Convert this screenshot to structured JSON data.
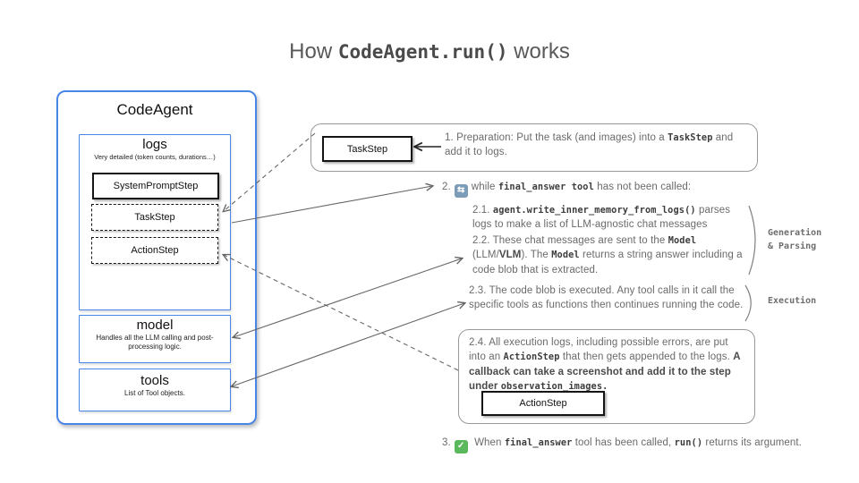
{
  "title": {
    "pre": "How ",
    "code": "CodeAgent.run()",
    "post": " works"
  },
  "accent_colors": {
    "blue": "#4a86e8",
    "green_check": "#5cb85c",
    "loop_icon_bg": "#7d9cb8",
    "body_text": "#6a6a6a"
  },
  "agent_panel": {
    "title": "CodeAgent",
    "logs": {
      "title": "logs",
      "subtitle": "Very detailed (token counts, durations…)",
      "steps": [
        {
          "label": "SystemPromptStep",
          "style": "solid"
        },
        {
          "label": "TaskStep",
          "style": "dashed"
        },
        {
          "label": "ActionStep",
          "style": "dashed"
        }
      ]
    },
    "model": {
      "title": "model",
      "subtitle": "Handles all the LLM calling and post-processing logic."
    },
    "tools": {
      "title": "tools",
      "subtitle": "List of Tool objects."
    }
  },
  "steps": {
    "step1": {
      "chip": "TaskStep",
      "pre": "1.  Preparation: Put the task (and images) into a ",
      "code": "TaskStep",
      "post": " and add it to logs."
    },
    "step2": {
      "num": "2.",
      "pre": "while ",
      "code": "final_answer tool",
      "post": " has not been called:"
    },
    "step21": {
      "pre": "2.1. ",
      "code": "agent.write_inner_memory_from_logs()",
      "post": " parses logs to make a list of LLM-agnostic chat messages"
    },
    "step22": {
      "t1": "2.2. These chat messages are sent to the ",
      "c1": "Model",
      "t2": " (LLM/",
      "b1": "VLM",
      "t3": "). The ",
      "c2": "Model",
      "t4": "  returns a string answer including a code blob that is extracted."
    },
    "step23": {
      "text": "2.3. The code blob is executed. Any tool calls in it call the specific tools as functions then continues running the code."
    },
    "step24": {
      "t1": "2.4. All execution logs, including possible errors, are put into an ",
      "c1": "ActionStep",
      "t2": " that then gets appended to the logs. ",
      "b1": "A callback can  take a screenshot and add it to the step under ",
      "bc1": "observation_images.",
      "chip": "ActionStep"
    },
    "step3": {
      "num": "3.",
      "t1": " When ",
      "c1": "final_answer",
      "t2": " tool has been called, ",
      "c2": "run()",
      "t3": " returns its argument."
    }
  },
  "side_labels": {
    "generation": "Generation\n& Parsing",
    "execution": "Execution"
  },
  "icons": {
    "loop": {
      "name": "loop-arrows",
      "glyph": "⇆"
    },
    "check": {
      "name": "checkmark",
      "glyph": "✓"
    }
  }
}
